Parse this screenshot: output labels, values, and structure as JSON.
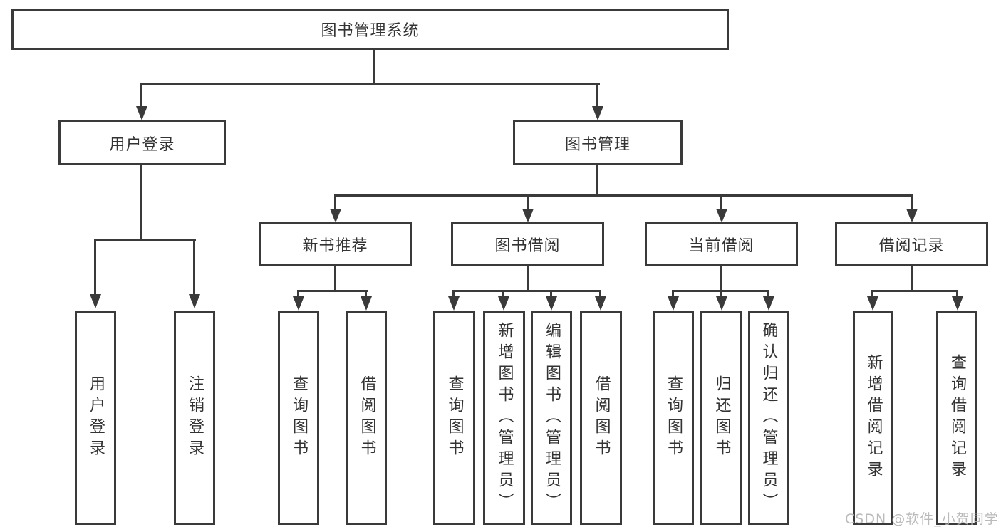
{
  "tree": {
    "root": "图书管理系统",
    "branches": [
      {
        "label": "用户登录",
        "children": [
          "用户登录",
          "注销登录"
        ]
      },
      {
        "label": "图书管理",
        "children": [
          {
            "label": "新书推荐",
            "children": [
              "查询图书",
              "借阅图书"
            ]
          },
          {
            "label": "图书借阅",
            "children": [
              "查询图书",
              "新增图书（管理员）",
              "编辑图书（管理员）",
              "借阅图书"
            ]
          },
          {
            "label": "当前借阅",
            "children": [
              "查询图书",
              "归还图书",
              "确认归还（管理员）"
            ]
          },
          {
            "label": "借阅记录",
            "children": [
              "新增借阅记录",
              "查询借阅记录"
            ]
          }
        ]
      }
    ]
  },
  "watermark": {
    "text": "CSDN @软件_小贺同学"
  },
  "colors": {
    "line": "#3a3a3a",
    "box_border": "#3a3a3a",
    "box_fill": "#ffffff",
    "text": "#333333",
    "watermark": "#b2b2b2",
    "background": "#ffffff"
  }
}
